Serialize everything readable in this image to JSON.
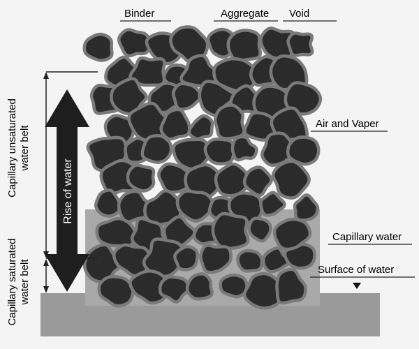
{
  "labels": {
    "binder": "Binder",
    "aggregate": "Aggregate",
    "void": "Void",
    "air_vapor": "Air and Vaper",
    "capillary_water": "Capillary water",
    "surface_of_water": "Surface of water",
    "rise_of_water": "Rise of water",
    "unsaturated_line1": "Capillary unsaturated",
    "unsaturated_line2": "water belt",
    "saturated_line1": "Capillary saturated",
    "saturated_line2": "water belt"
  },
  "colors": {
    "background": "#f4f4f4",
    "aggregate": "#2b2b2b",
    "binder": "#8f8f8f",
    "saturated_matrix": "#a6a6a6",
    "water_body": "#9a9a9a",
    "arrow": "#1e1e1e",
    "leader_line": "#222222"
  },
  "icons": {
    "surface_marker": "down-triangle-icon",
    "rise_arrow": "double-headed-arrow-icon"
  }
}
